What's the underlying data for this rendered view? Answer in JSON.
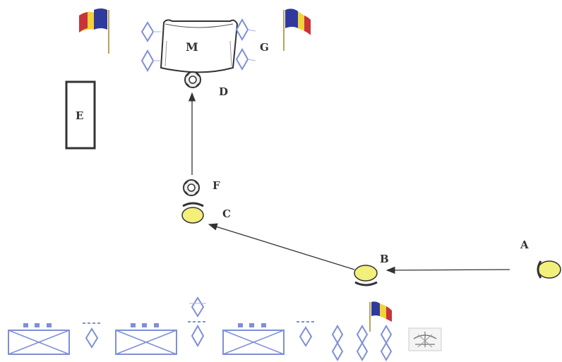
{
  "labels": {
    "A": "A",
    "B": "B",
    "C": "C",
    "D": "D",
    "E": "E",
    "F": "F",
    "G": "G",
    "M": "M"
  },
  "colors": {
    "unit_blue": "#7f8fd6",
    "figure_yellow": "#f2ef7a",
    "outline": "#333333",
    "flag_blue": "#2f3a9c",
    "flag_yellow": "#f2d23a",
    "flag_red": "#c8343a"
  },
  "icons": {
    "flag": "flag-icon",
    "vehicle": "vehicle-block-icon",
    "soldier": "soldier-diamond-icon",
    "wreath": "wreath-icon",
    "podium": "podium-icon",
    "person": "person-icon"
  }
}
